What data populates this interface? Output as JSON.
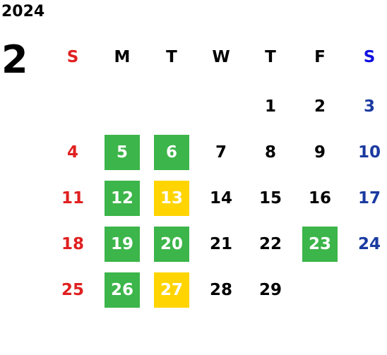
{
  "year": "2024",
  "month": "2",
  "weekdays": [
    "S",
    "M",
    "T",
    "W",
    "T",
    "F",
    "S"
  ],
  "weeks": [
    [
      "",
      "",
      "",
      "",
      "1",
      "2",
      "3"
    ],
    [
      "4",
      "5",
      "6",
      "7",
      "8",
      "9",
      "10"
    ],
    [
      "11",
      "12",
      "13",
      "14",
      "15",
      "16",
      "17"
    ],
    [
      "18",
      "19",
      "20",
      "21",
      "22",
      "23",
      "24"
    ],
    [
      "25",
      "26",
      "27",
      "28",
      "29",
      "",
      ""
    ]
  ],
  "highlights": {
    "green": [
      "5",
      "6",
      "12",
      "19",
      "20",
      "23",
      "26"
    ],
    "yellow": [
      "13",
      "27"
    ]
  },
  "colors": {
    "sunday": "#e02020",
    "saturday": "#1a3aa0",
    "green": "#3cb54a",
    "yellow": "#ffd400"
  }
}
